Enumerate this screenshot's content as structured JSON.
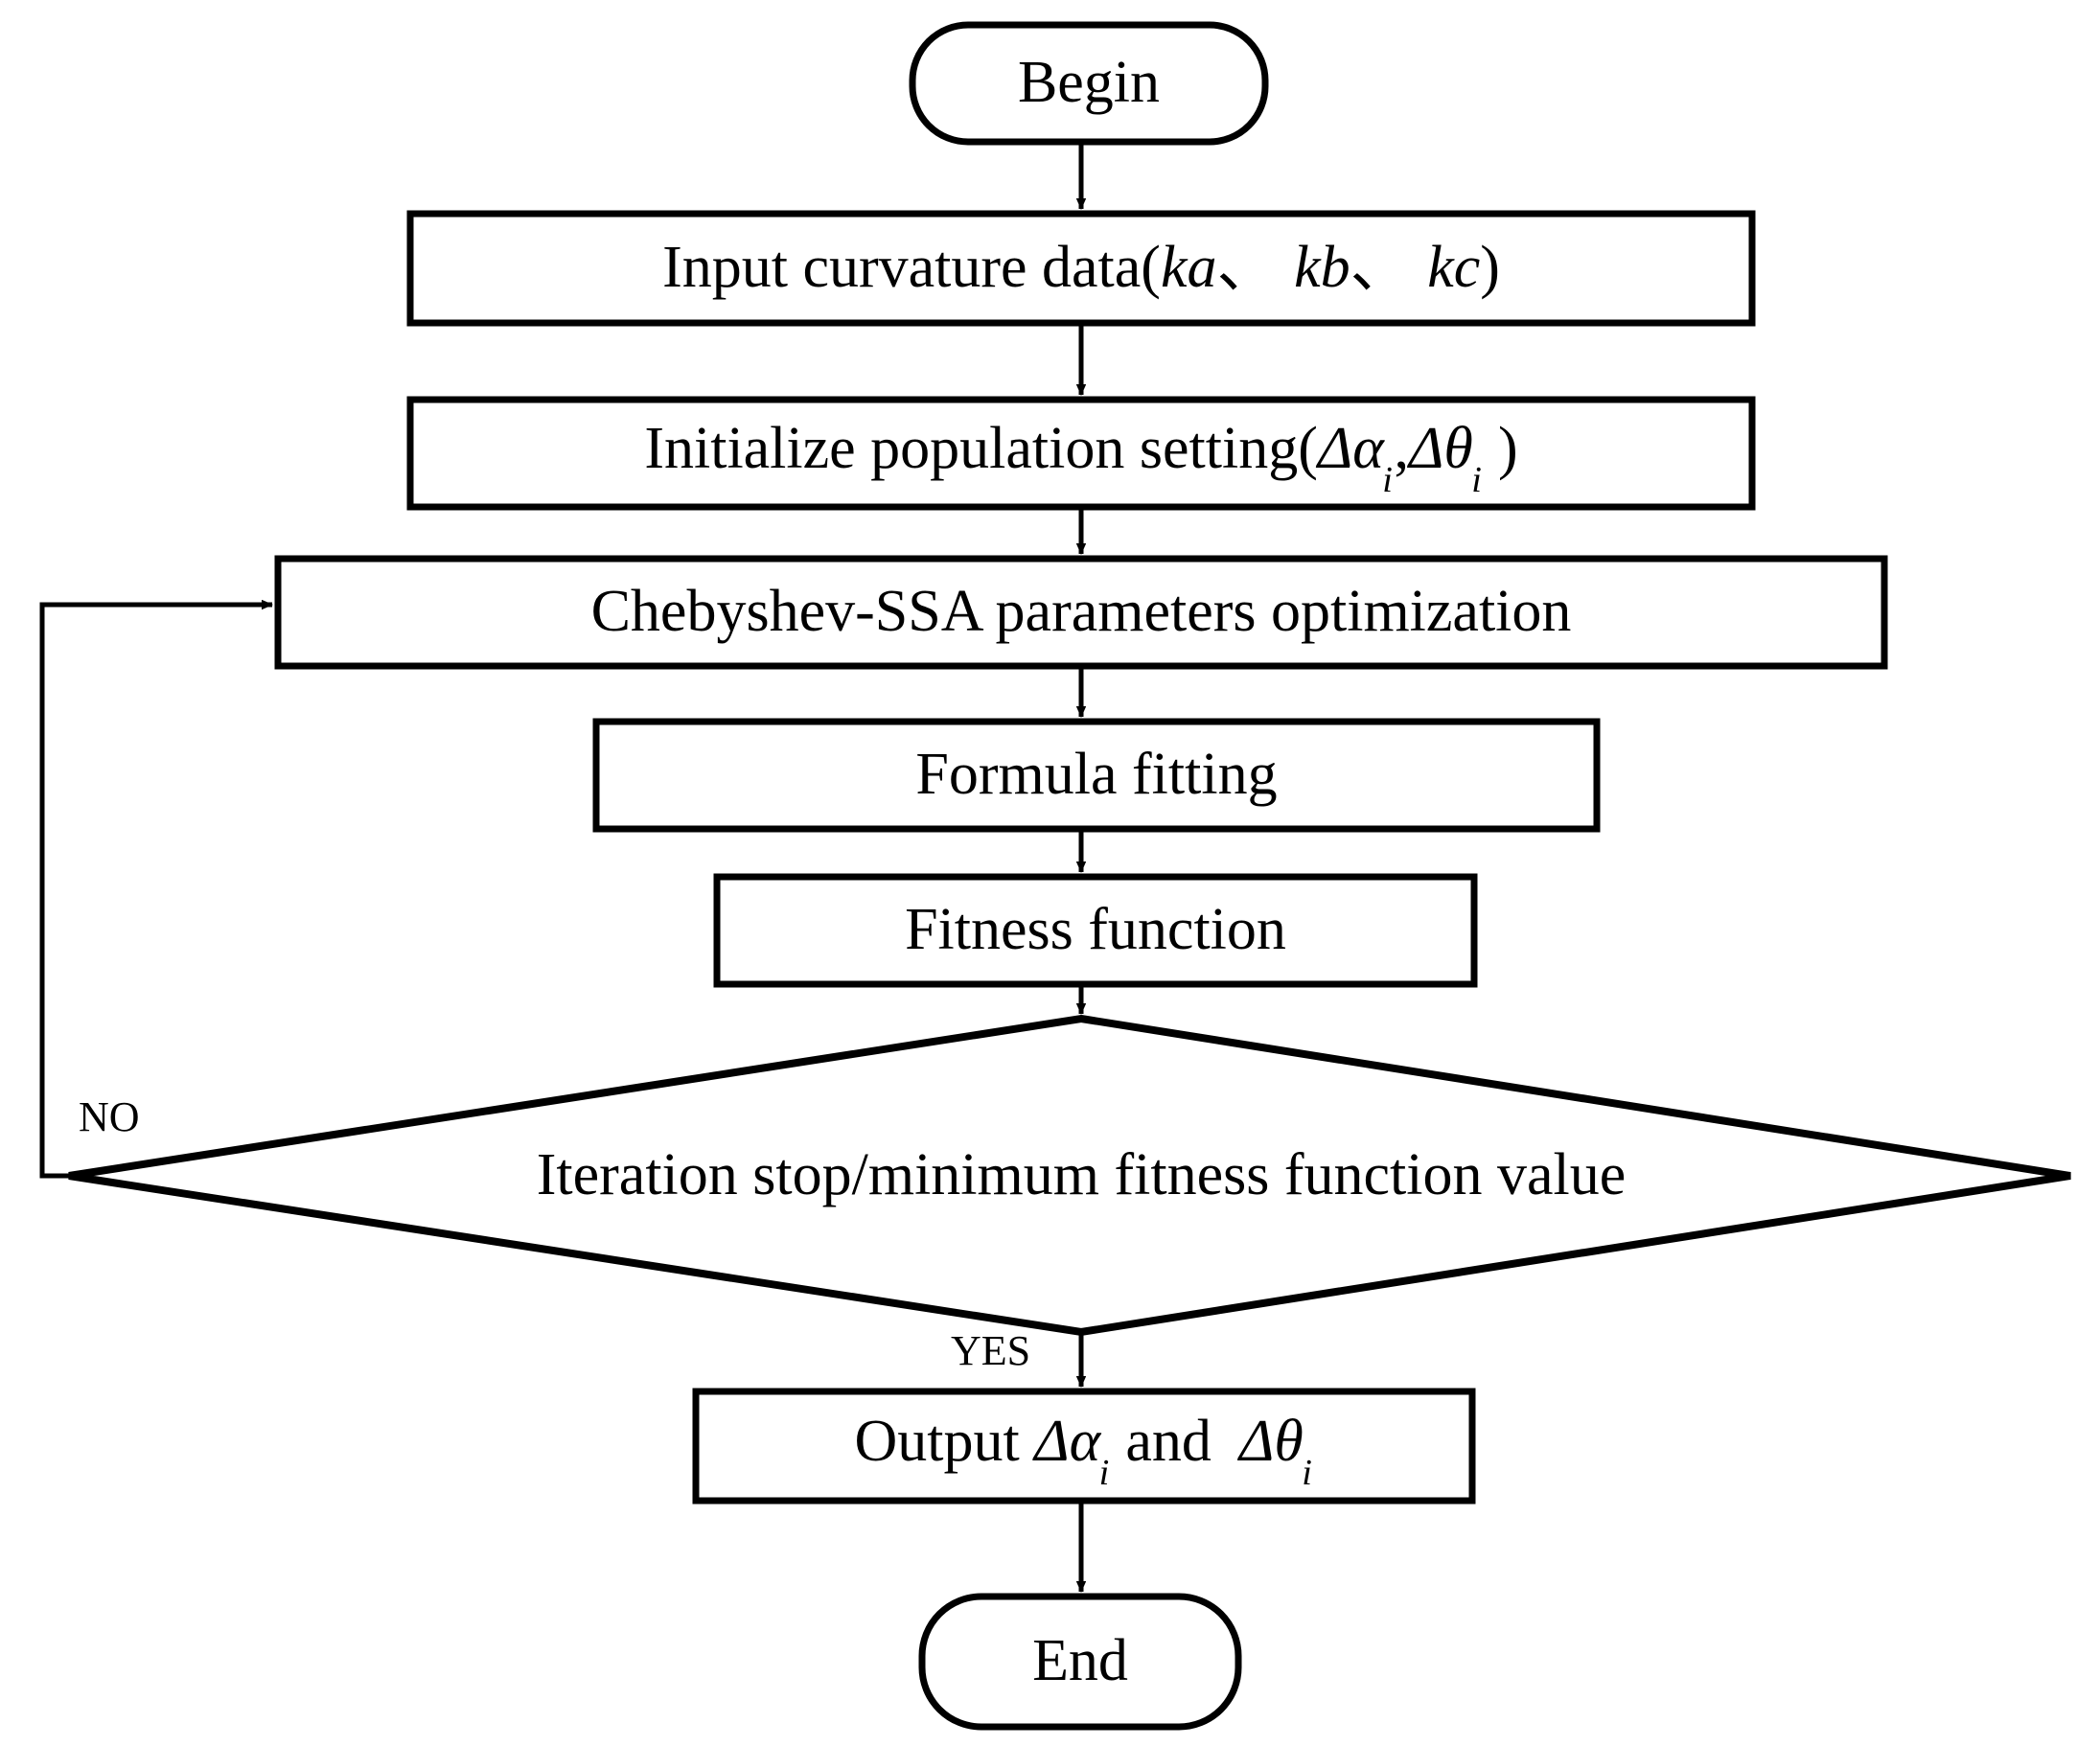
{
  "diagram": {
    "type": "flowchart",
    "title": "Chebyshev-SSA parameter optimization flowchart",
    "orientation": "top-to-bottom",
    "stroke_color": "#000000",
    "background_color": "#ffffff",
    "nodes": [
      {
        "id": "begin",
        "shape": "terminator",
        "label": "Begin"
      },
      {
        "id": "input",
        "shape": "process",
        "label_prefix": "Input curvature data(",
        "var1": "ka",
        "sep1": "、",
        "var2": "kb",
        "sep2": "、",
        "var3": "kc",
        "label_suffix": ")"
      },
      {
        "id": "initialize",
        "shape": "process",
        "label_prefix": "Initialize population setting(",
        "greek1": "Δα",
        "greek1_sub": "i",
        "sep1": ",",
        "greek2": "Δθ",
        "greek2_sub": "i",
        "label_suffix": " )"
      },
      {
        "id": "optimize",
        "shape": "process",
        "label": "Chebyshev-SSA parameters optimization"
      },
      {
        "id": "fitting",
        "shape": "process",
        "label": "Formula fitting"
      },
      {
        "id": "fitness",
        "shape": "process",
        "label": "Fitness function"
      },
      {
        "id": "decision",
        "shape": "decision",
        "label": "Iteration stop/minimum fitness function value"
      },
      {
        "id": "output",
        "shape": "process",
        "label_prefix": "Output ",
        "greek1": "Δα",
        "greek1_sub": "i",
        "mid": " and ",
        "greek2": "Δθ",
        "greek2_sub": "i",
        "label_suffix": ""
      },
      {
        "id": "end",
        "shape": "terminator",
        "label": "End"
      }
    ],
    "edges": [
      {
        "from": "begin",
        "to": "input",
        "label": ""
      },
      {
        "from": "input",
        "to": "initialize",
        "label": ""
      },
      {
        "from": "initialize",
        "to": "optimize",
        "label": ""
      },
      {
        "from": "optimize",
        "to": "fitting",
        "label": ""
      },
      {
        "from": "fitting",
        "to": "fitness",
        "label": ""
      },
      {
        "from": "fitness",
        "to": "decision",
        "label": ""
      },
      {
        "from": "decision",
        "to": "optimize",
        "label": "NO"
      },
      {
        "from": "decision",
        "to": "output",
        "label": "YES"
      },
      {
        "from": "output",
        "to": "end",
        "label": ""
      }
    ],
    "edge_labels": {
      "no": "NO",
      "yes": "YES"
    }
  }
}
